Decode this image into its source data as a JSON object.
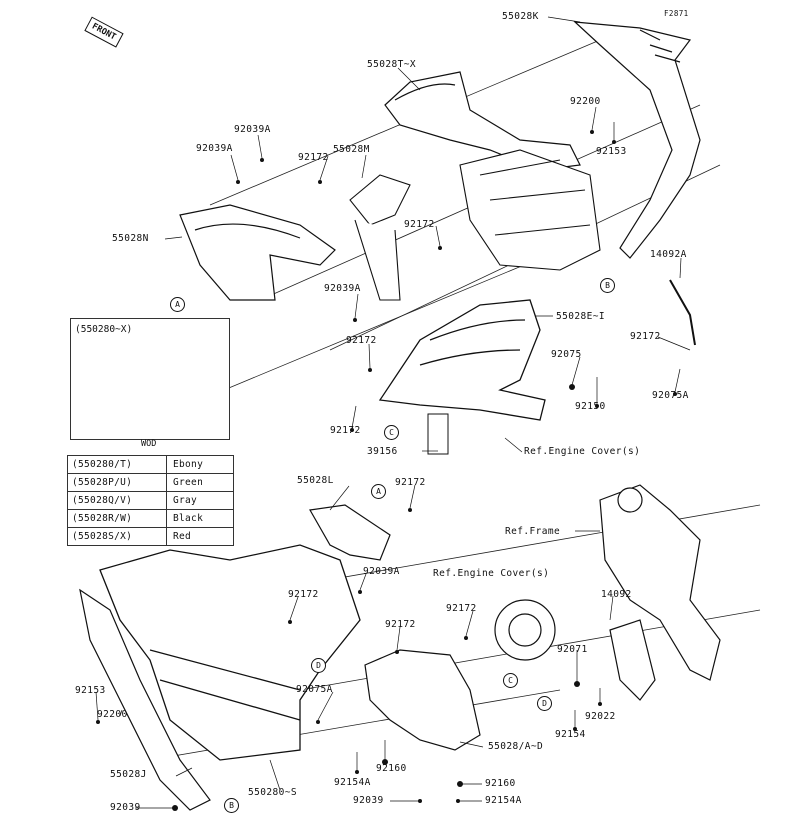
{
  "figure_number": "F2871",
  "front_label": "FRONT",
  "callout_letters": {
    "a": "A",
    "b": "B",
    "c": "C",
    "d": "D"
  },
  "parts": {
    "p55028K": "55028K",
    "p55028TX": "55028T~X",
    "p92200_top": "92200",
    "p92153_top": "92153",
    "p92039A_1": "92039A",
    "p92039A_2": "92039A",
    "p92172_1": "92172",
    "p55028M": "55028M",
    "p55028N": "55028N",
    "p92172_2": "92172",
    "p14092A": "14092A",
    "p92039A_3": "92039A",
    "p55028EI": "55028E~I",
    "p92172_3": "92172",
    "p92172_4": "92172",
    "p92075": "92075",
    "p92075A_r": "92075A",
    "p92150": "92150",
    "p92172_5": "92172",
    "p39156": "39156",
    "ref_engine_cover_1": "Ref.Engine Cover(s)",
    "p55028L": "55028L",
    "p92172_6": "92172",
    "ref_frame": "Ref.Frame",
    "p92039A_4": "92039A",
    "p92172_7": "92172",
    "ref_engine_cover_2": "Ref.Engine Cover(s)",
    "p92172_8": "92172",
    "p92172_9": "92172",
    "p14092": "14092",
    "p92075A_l": "92075A",
    "p92071": "92071",
    "p92153_low": "92153",
    "p92200_low": "92200",
    "p92022": "92022",
    "p92154": "92154",
    "p55028AD": "55028/A~D",
    "p55028J": "55028J",
    "p92160_1": "92160",
    "p92154A_1": "92154A",
    "p92160_2": "92160",
    "p550280S": "550280~S",
    "p92039_low": "92039",
    "p92039_mid": "92039",
    "p92154A_2": "92154A"
  },
  "inset": {
    "title": "(550280~X)",
    "caption": "WOD"
  },
  "color_table": [
    {
      "code": "(550280/T)",
      "name": "Ebony"
    },
    {
      "code": "(55028P/U)",
      "name": "Green"
    },
    {
      "code": "(55028Q/V)",
      "name": "Gray"
    },
    {
      "code": "(55028R/W)",
      "name": "Black"
    },
    {
      "code": "(55028S/X)",
      "name": "Red"
    }
  ]
}
